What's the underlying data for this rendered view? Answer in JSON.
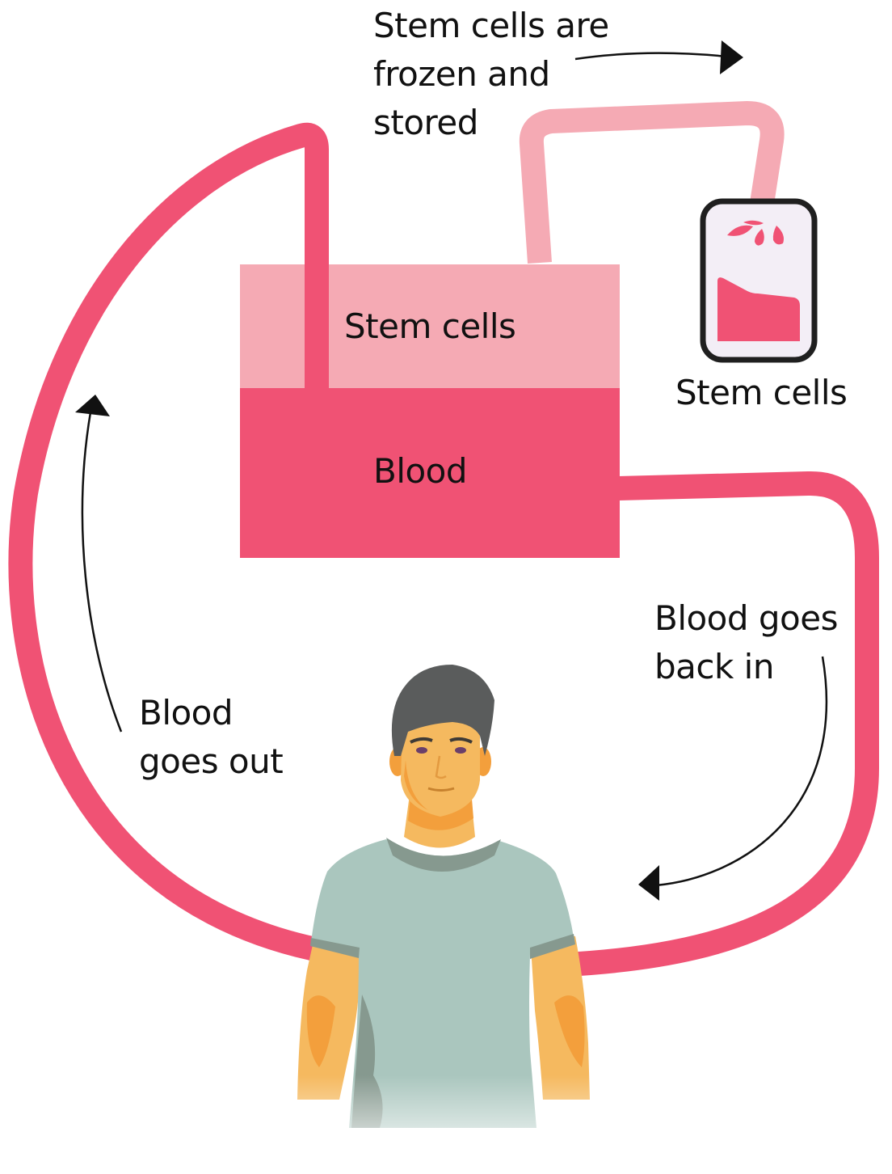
{
  "labels": {
    "frozen_stored": [
      "Stem cells are",
      "frozen and",
      "stored"
    ],
    "machine_stem_cells": "Stem cells",
    "machine_blood": "Blood",
    "bag_stem_cells": "Stem cells",
    "blood_back_in": [
      "Blood goes",
      "back in"
    ],
    "blood_out": [
      "Blood",
      "goes out"
    ]
  },
  "colors": {
    "blood": "#f05274",
    "stem_cells": "#f5aab4",
    "bag_fill": "#f3eef6",
    "bag_outline": "#1f1f1f",
    "arrow": "#111111",
    "skin": "#f5b95f",
    "skin_shadow": "#f39f3c",
    "shirt": "#aac6be",
    "shirt_dark": "#86998f",
    "hair": "#5a5c5c"
  }
}
